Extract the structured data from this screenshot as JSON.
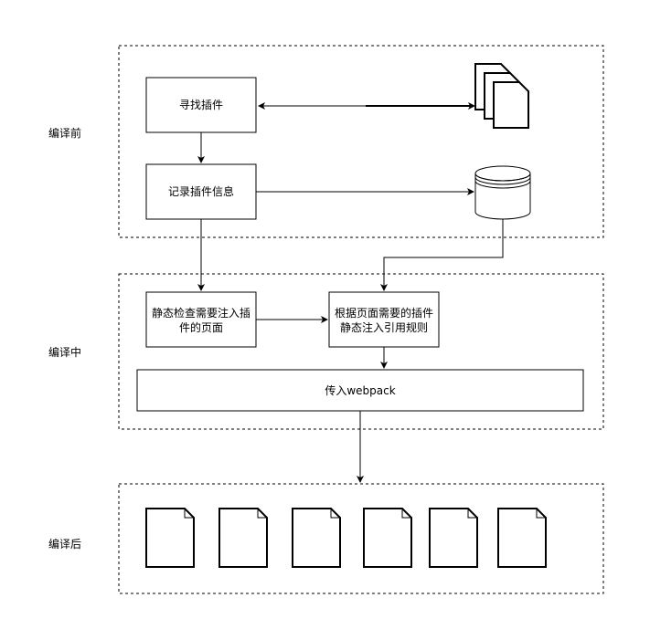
{
  "stages": {
    "before": "编译前",
    "during": "编译中",
    "after": "编译后"
  },
  "nodes": {
    "find_plugins": "寻找插件",
    "record_info": "记录插件信息",
    "static_check_line1": "静态检查需要注入插",
    "static_check_line2": "件的页面",
    "inject_rules_line1": "根据页面需要的插件",
    "inject_rules_line2": "静态注入引用规则",
    "webpack": "传入webpack"
  },
  "icons": {
    "plugin_files": "multiple-documents-icon",
    "database": "database-icon",
    "output_files": "document-icon"
  },
  "output_file_count": 6,
  "colors": {
    "stroke": "#000000",
    "fill": "#ffffff"
  }
}
